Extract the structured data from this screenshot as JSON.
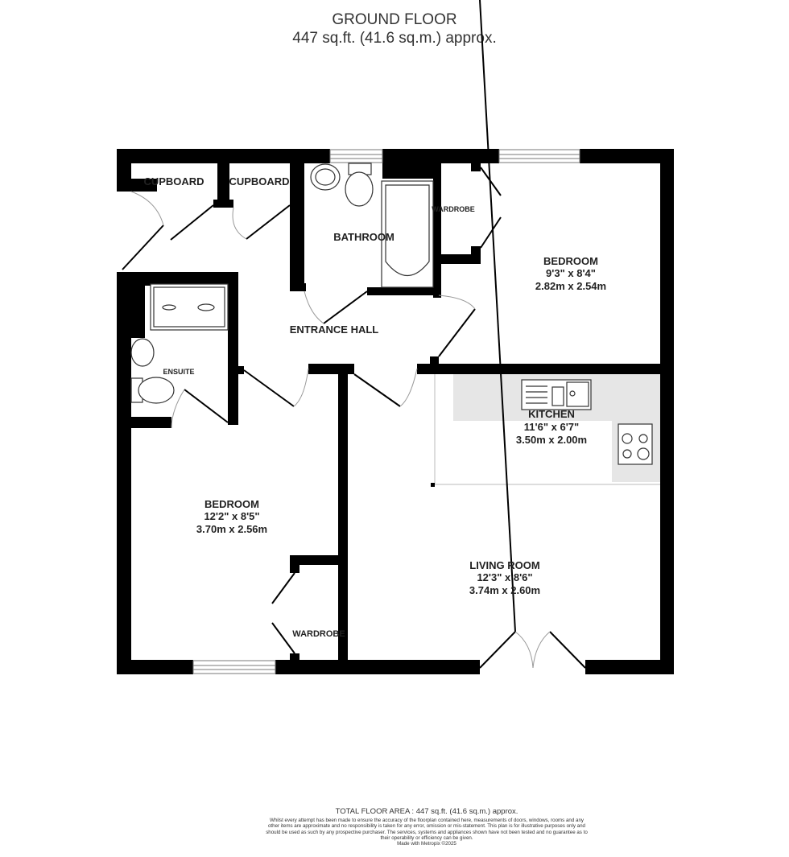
{
  "header": {
    "title": "GROUND FLOOR",
    "area": "447 sq.ft. (41.6 sq.m.) approx."
  },
  "rooms": {
    "cupboard1": "CUPBOARD",
    "cupboard2": "CUPBOARD",
    "bathroom": "BATHROOM",
    "wardrobe1": "WARDROBE",
    "bedroom1": {
      "name": "BEDROOM",
      "imperial": "9'3\"  x 8'4\"",
      "metric": "2.82m  x 2.54m"
    },
    "entrance_hall": "ENTRANCE HALL",
    "ensuite": "ENSUITE",
    "kitchen": {
      "name": "KITCHEN",
      "imperial": "11'6\"  x 6'7\"",
      "metric": "3.50m  x 2.00m"
    },
    "bedroom2": {
      "name": "BEDROOM",
      "imperial": "12'2\"  x 8'5\"",
      "metric": "3.70m  x 2.56m"
    },
    "living_room": {
      "name": "LIVING ROOM",
      "imperial": "12'3\"  x 8'6\"",
      "metric": "3.74m  x 2.60m"
    },
    "wardrobe2": "WARDROBE"
  },
  "footer": {
    "total": "TOTAL FLOOR AREA : 447 sq.ft. (41.6 sq.m.) approx.",
    "disclaimer": "Whilst every attempt has been made to ensure the accuracy of the floorplan contained here, measurements of doors, windows, rooms and any other items are approximate and no responsibility is taken for any error, omission or mis-statement. This plan is for illustrative purposes only and should be used as such by any prospective purchaser. The services, systems and appliances shown have not been tested and no guarantee as to their operability or efficiency can be given.",
    "credit": "Made with Metropix ©2025"
  },
  "colors": {
    "wall": "#000000",
    "kitchen_counter": "#e6e6e6"
  }
}
